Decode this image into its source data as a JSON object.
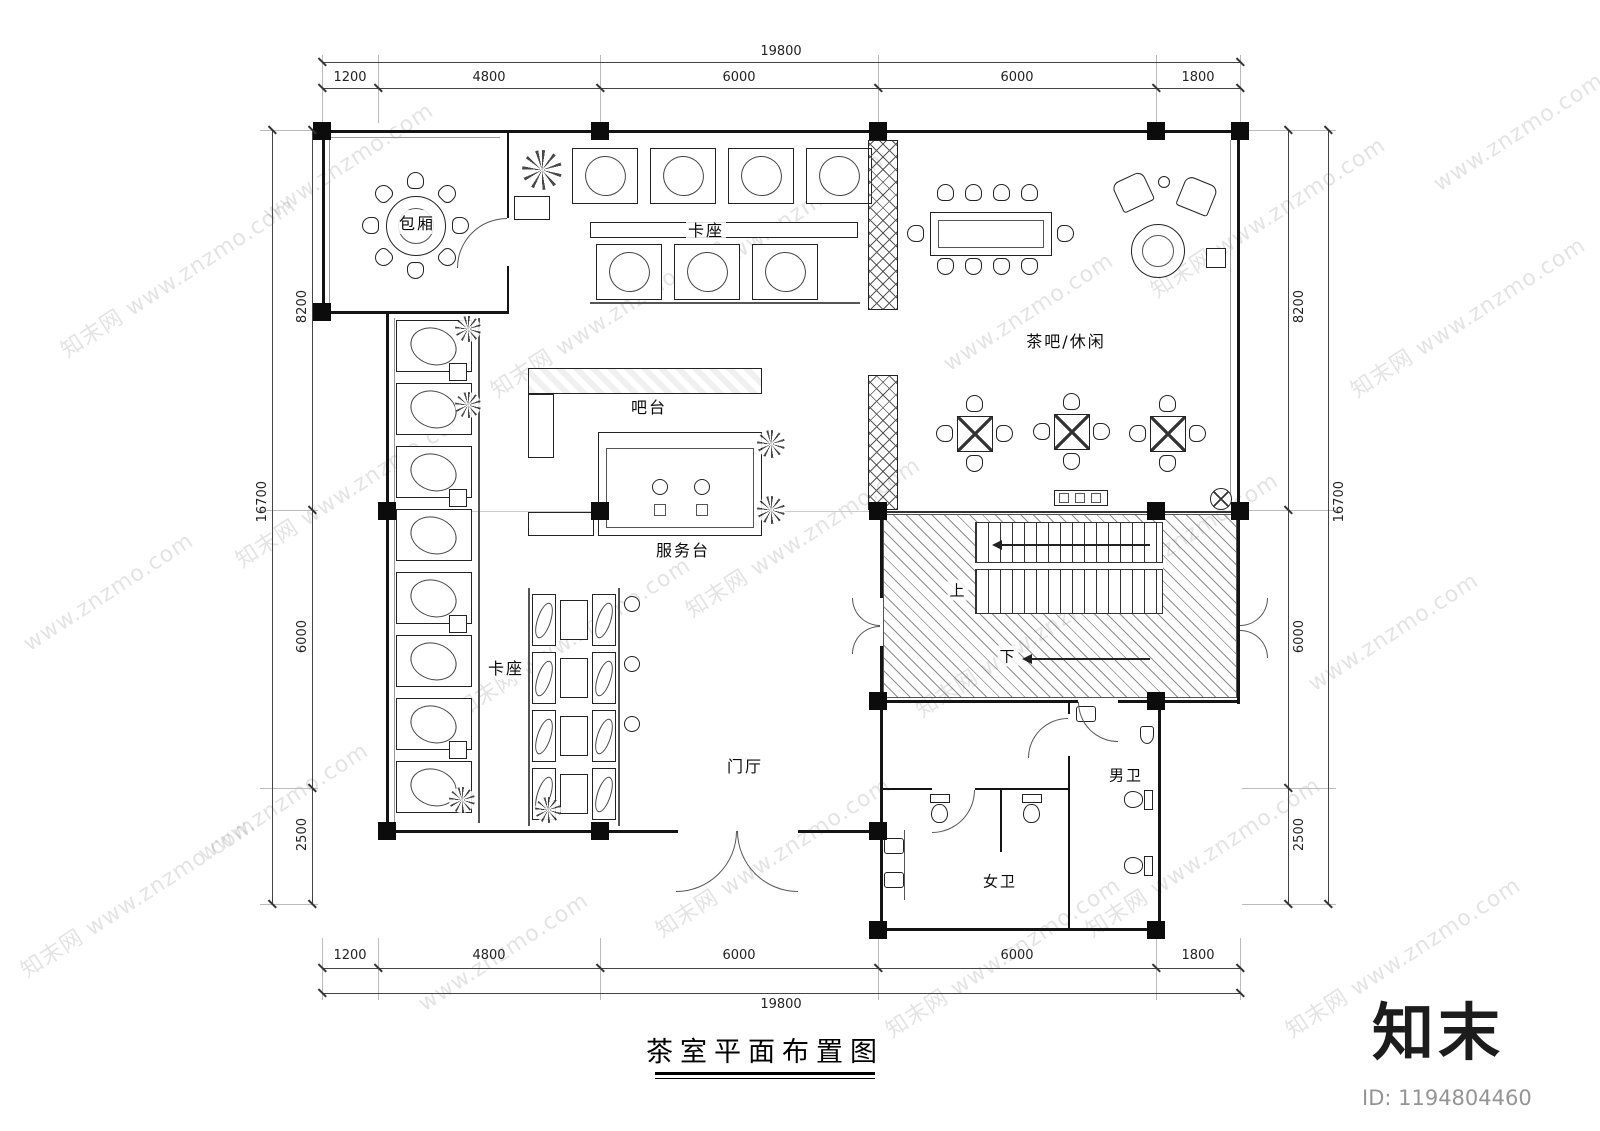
{
  "page": {
    "title": "茶室平面布置图",
    "brand_logo": "知末",
    "brand_id": "ID: 1194804460",
    "watermark_text": "知末网 www.znzmo.com",
    "watermark_url": "www.znzmo.com"
  },
  "dims": {
    "top": {
      "total": "19800",
      "segments": [
        "1200",
        "4800",
        "6000",
        "6000",
        "1800"
      ]
    },
    "bottom": {
      "total": "19800",
      "segments": [
        "1200",
        "4800",
        "6000",
        "6000",
        "1800"
      ]
    },
    "left": {
      "total": "16700",
      "segments": [
        "8200",
        "6000",
        "2500"
      ]
    },
    "right": {
      "total": "16700",
      "segments": [
        "8200",
        "6000",
        "2500"
      ]
    }
  },
  "rooms": {
    "private_room": "包厢",
    "booth_top": "卡座",
    "booth_bottom": "卡座",
    "bar_counter": "吧台",
    "service_desk": "服务台",
    "tea_lounge": "茶吧/休闲",
    "entrance_hall": "门厅",
    "mens_wc": "男卫",
    "womens_wc": "女卫",
    "stairs_up": "上",
    "stairs_down": "下"
  }
}
